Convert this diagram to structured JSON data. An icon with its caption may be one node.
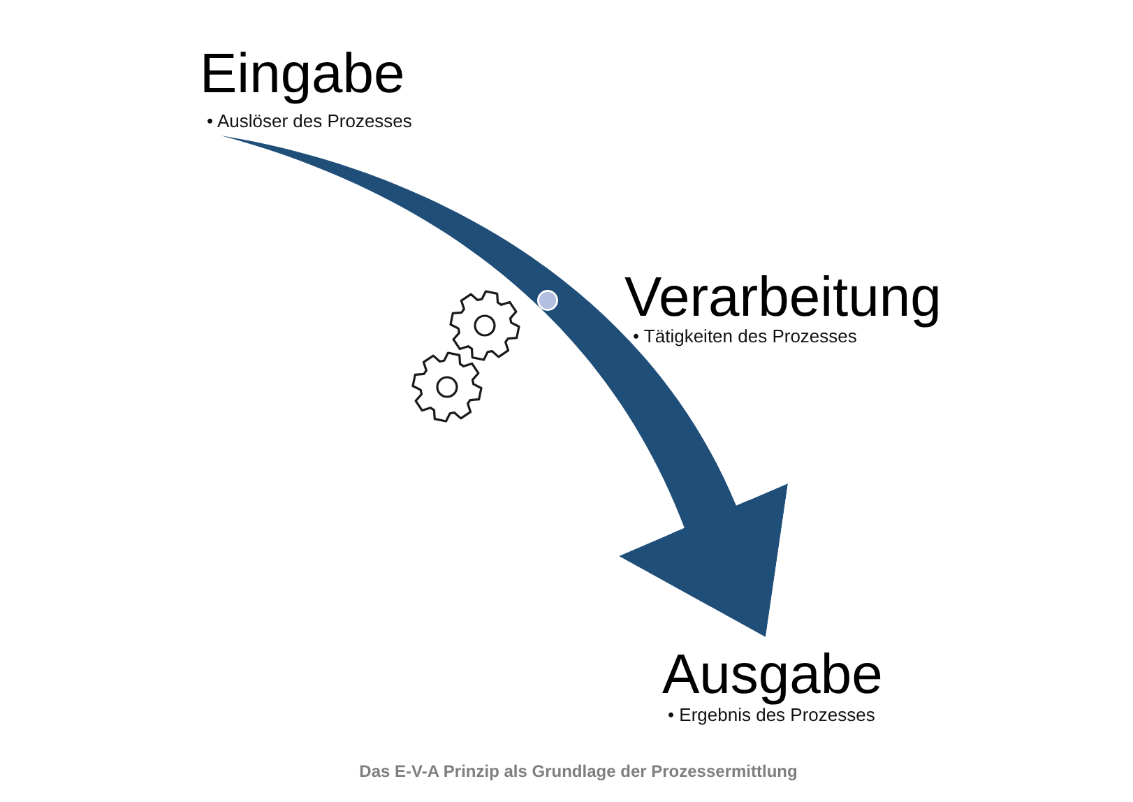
{
  "diagram": {
    "nodes": [
      {
        "text": [
          "Eingabe",
          "• Auslöser des Prozesses"
        ]
      },
      {
        "text": [
          "Verarbeitung",
          "• Tätigkeiten des Prozesses"
        ]
      },
      {
        "text": [
          "Ausgabe",
          "• Ergebnis des Prozesses"
        ]
      }
    ],
    "edges": [
      {
        "from": 0,
        "to": 2,
        "arrow": "to"
      }
    ],
    "caption": "Das E-V-A Prinzip als Grundlage der Prozessermittlung"
  }
}
